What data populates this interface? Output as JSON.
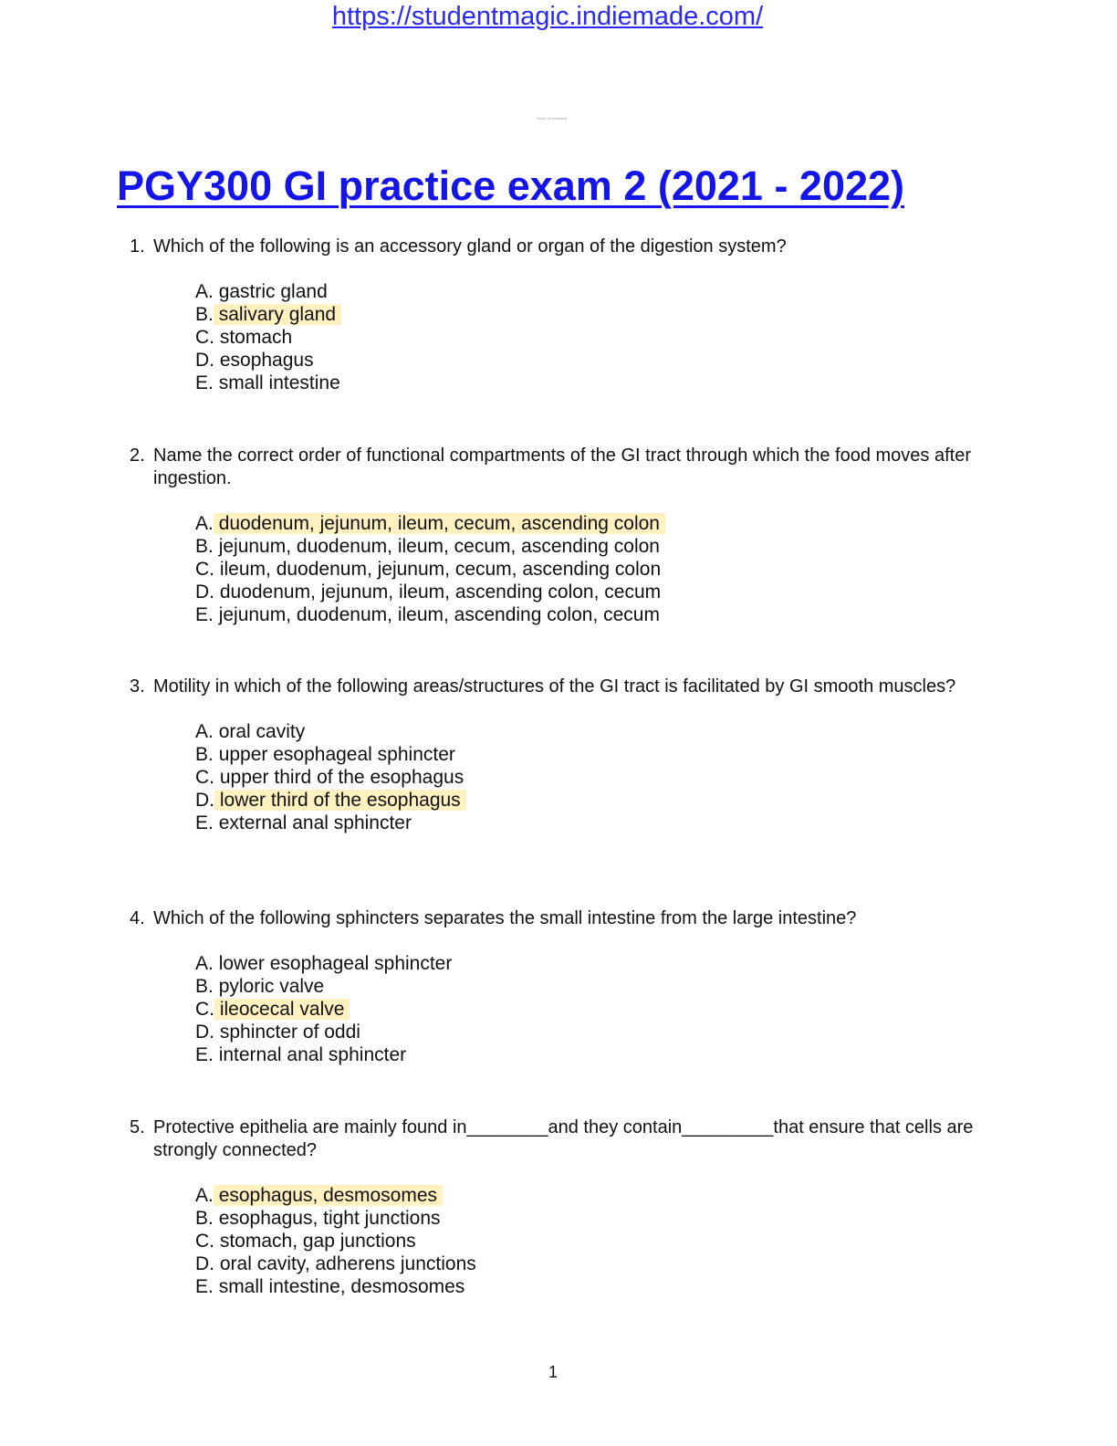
{
  "header": {
    "url": "https://studentmagic.indiemade.com/",
    "tiny_mark": "Study on Docmerit"
  },
  "title": "PGY300 GI practice exam 2 (2021 - 2022)",
  "questions": [
    {
      "number": "1.",
      "text": "Which of the following is an accessory gland or organ of the digestion system?",
      "options": [
        {
          "letter": "A.",
          "text": "gastric gland",
          "highlighted": false
        },
        {
          "letter": "B.",
          "text": "salivary gland",
          "highlighted": true
        },
        {
          "letter": "C.",
          "text": "stomach",
          "highlighted": false
        },
        {
          "letter": "D.",
          "text": "esophagus",
          "highlighted": false
        },
        {
          "letter": "E.",
          "text": "small intestine",
          "highlighted": false
        }
      ]
    },
    {
      "number": "2.",
      "text": "Name the correct order of functional compartments of the GI tract through which the food moves after ingestion.",
      "options": [
        {
          "letter": "A.",
          "text": "duodenum, jejunum, ileum, cecum, ascending colon",
          "highlighted": true
        },
        {
          "letter": "B.",
          "text": "jejunum, duodenum, ileum, cecum, ascending colon",
          "highlighted": false
        },
        {
          "letter": "C.",
          "text": "ileum, duodenum, jejunum, cecum, ascending colon",
          "highlighted": false
        },
        {
          "letter": "D.",
          "text": "duodenum, jejunum, ileum, ascending colon, cecum",
          "highlighted": false
        },
        {
          "letter": "E.",
          "text": "jejunum, duodenum, ileum, ascending colon, cecum",
          "highlighted": false
        }
      ]
    },
    {
      "number": "3.",
      "text": "Motility in which of the following areas/structures of the GI tract is facilitated by GI smooth muscles?",
      "options": [
        {
          "letter": "A.",
          "text": "oral cavity",
          "highlighted": false
        },
        {
          "letter": "B.",
          "text": "upper esophageal sphincter",
          "highlighted": false
        },
        {
          "letter": "C.",
          "text": "upper third of the esophagus",
          "highlighted": false
        },
        {
          "letter": "D.",
          "text": "lower third of the esophagus",
          "highlighted": true
        },
        {
          "letter": "E.",
          "text": "external anal sphincter",
          "highlighted": false
        }
      ]
    },
    {
      "number": "4.",
      "text": "Which of the following sphincters separates the small intestine from the large intestine?",
      "options": [
        {
          "letter": "A.",
          "text": "lower esophageal sphincter",
          "highlighted": false
        },
        {
          "letter": "B.",
          "text": "pyloric valve",
          "highlighted": false
        },
        {
          "letter": "C.",
          "text": "ileocecal valve",
          "highlighted": true
        },
        {
          "letter": "D.",
          "text": "sphincter of oddi",
          "highlighted": false
        },
        {
          "letter": "E.",
          "text": "internal anal sphincter",
          "highlighted": false
        }
      ]
    },
    {
      "number": "5.",
      "text": "Protective epithelia are mainly found in________and they contain_________that ensure that cells are strongly connected?",
      "options": [
        {
          "letter": "A.",
          "text": "esophagus, desmosomes",
          "highlighted": true
        },
        {
          "letter": "B.",
          "text": "esophagus, tight junctions",
          "highlighted": false
        },
        {
          "letter": "C.",
          "text": "stomach, gap junctions",
          "highlighted": false
        },
        {
          "letter": "D.",
          "text": "oral cavity, adherens junctions",
          "highlighted": false
        },
        {
          "letter": "E.",
          "text": "small intestine, desmosomes",
          "highlighted": false
        }
      ]
    }
  ],
  "footer": {
    "page_number": "1"
  }
}
